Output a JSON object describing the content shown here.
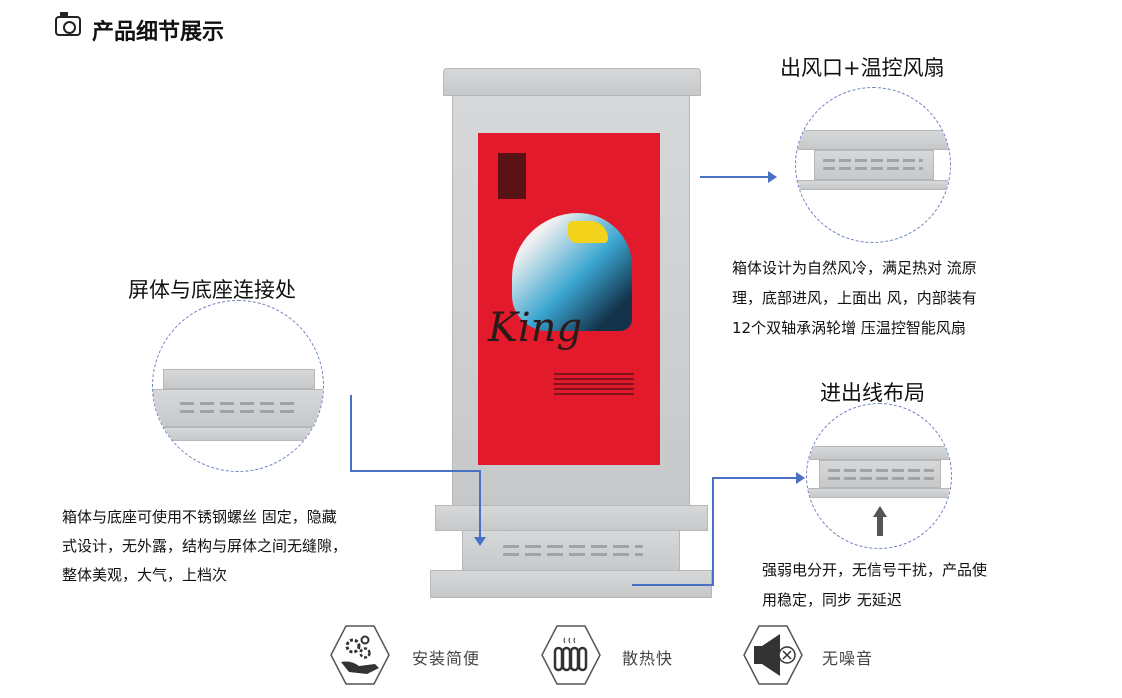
{
  "header": {
    "title": "产品细节展示",
    "icon": "camera-icon"
  },
  "screen": {
    "brand_text": "King"
  },
  "callouts": [
    {
      "title": "出风口+温控风扇",
      "lines": [
        "箱体设计为自然风冷，满足热对 流原",
        "理，底部进风，上面出 风，内部装有",
        "12个双轴承涡轮增 压温控智能风扇"
      ]
    },
    {
      "title": "屏体与底座连接处",
      "lines": [
        "箱体与底座可使用不锈钢螺丝 固定，隐藏",
        "式设计，无外露，结构与屏体之间无缝隙，",
        "整体美观，大气，上档次"
      ]
    },
    {
      "title": "进出线布局",
      "lines": [
        "强弱电分开，无信号干扰，产品使",
        "用稳定，同步 无延迟"
      ]
    }
  ],
  "features": [
    {
      "icon": "gear-hand-icon",
      "label": "安装简便"
    },
    {
      "icon": "radiator-icon",
      "label": "散热快"
    },
    {
      "icon": "mute-speaker-icon",
      "label": "无噪音"
    }
  ],
  "colors": {
    "screen": "#e21a2b",
    "arrow": "#4a72c4"
  }
}
